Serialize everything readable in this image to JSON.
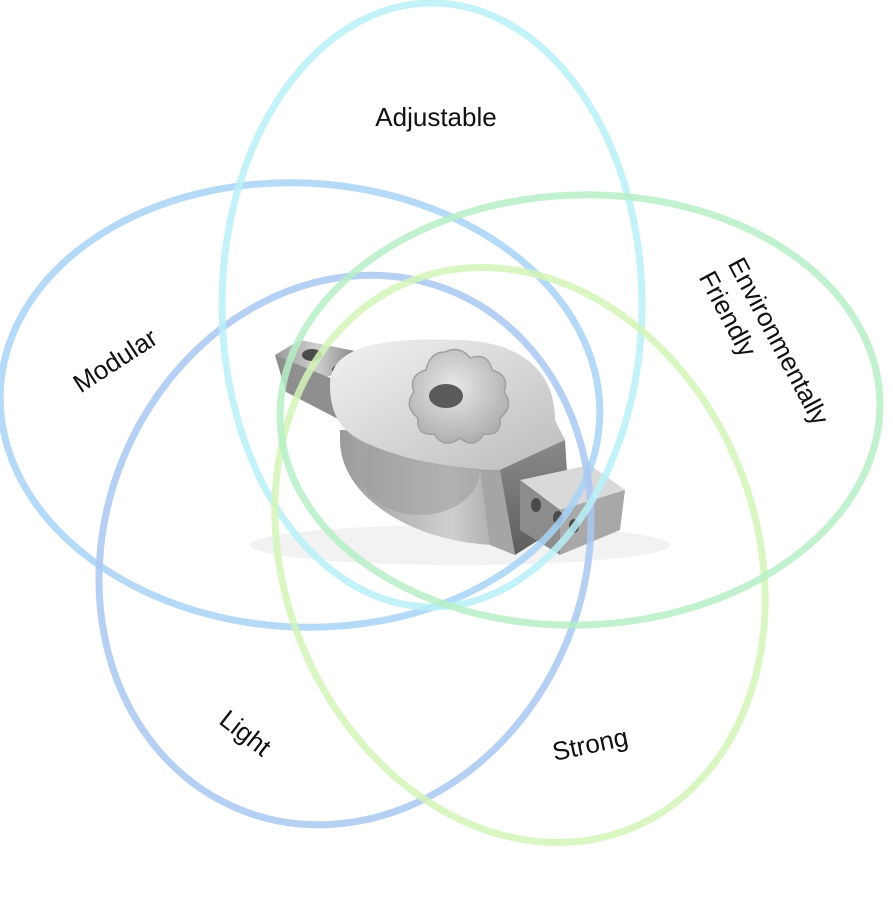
{
  "diagram": {
    "sets": [
      {
        "label": "Adjustable",
        "color": "#b8f0f8"
      },
      {
        "label": "Modular",
        "color": "#a8d4f6"
      },
      {
        "label": "Environmentally Friendly",
        "line1": "Environmentally",
        "line2": "Friendly",
        "color": "#b6efc6"
      },
      {
        "label": "Light",
        "color": "#a9c8f2"
      },
      {
        "label": "Strong",
        "color": "#d2f5b8"
      }
    ],
    "center_image": "metal-hinge-part"
  }
}
